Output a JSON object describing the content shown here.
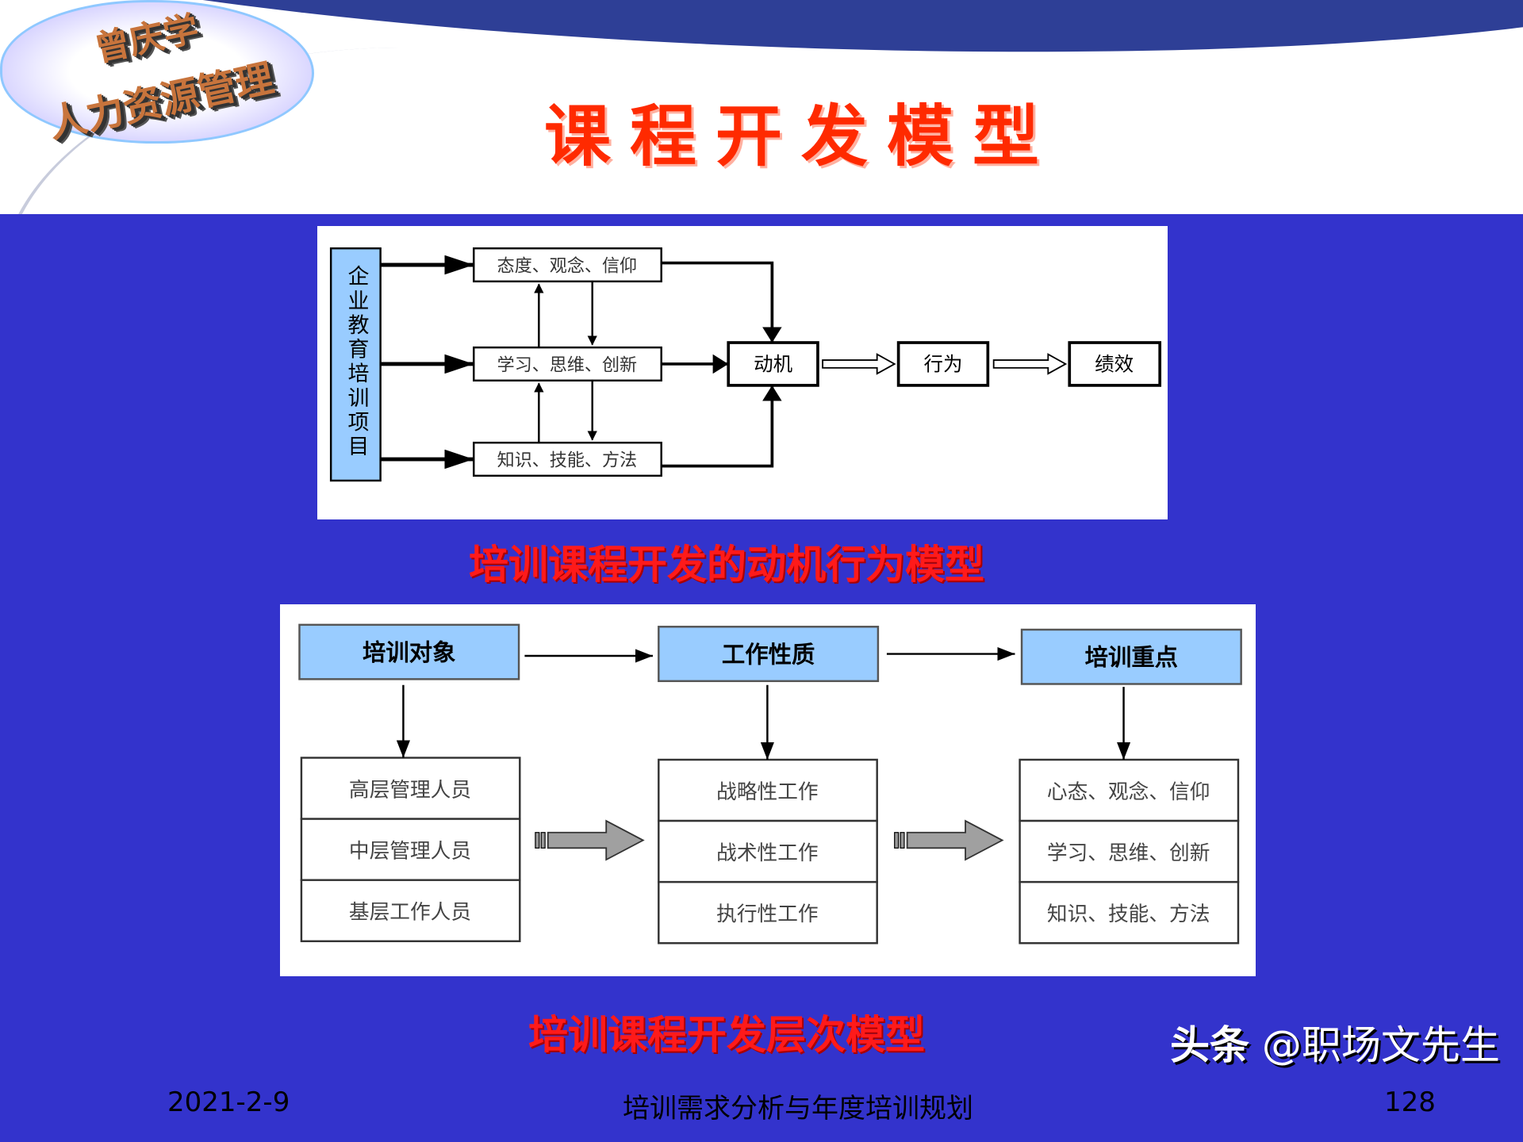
{
  "logo": {
    "line1": "曾庆学",
    "line2": "人力资源管理"
  },
  "title": "课程开发模型",
  "diagram1": {
    "source": "企业教育培训项目",
    "factors": [
      "态度、观念、信仰",
      "学习、思维、创新",
      "知识、技能、方法"
    ],
    "chain": [
      "动机",
      "行为",
      "绩效"
    ],
    "caption": "培训课程开发的动机行为模型"
  },
  "diagram2": {
    "columns": [
      {
        "header": "培训对象",
        "items": [
          "高层管理人员",
          "中层管理人员",
          "基层工作人员"
        ]
      },
      {
        "header": "工作性质",
        "items": [
          "战略性工作",
          "战术性工作",
          "执行性工作"
        ]
      },
      {
        "header": "培训重点",
        "items": [
          "心态、观念、信仰",
          "学习、思维、创新",
          "知识、技能、方法"
        ]
      }
    ],
    "caption": "培训课程开发层次模型"
  },
  "footer": {
    "date": "2021-2-9",
    "center": "培训需求分析与年度培训规划",
    "page": "128"
  },
  "watermark": {
    "brand": "头条",
    "handle": "@职场文先生"
  },
  "colors": {
    "background": "#3333cc",
    "title": "#ff2a00",
    "caption": "#ff1a1a",
    "box_fill": "#99ccff"
  }
}
